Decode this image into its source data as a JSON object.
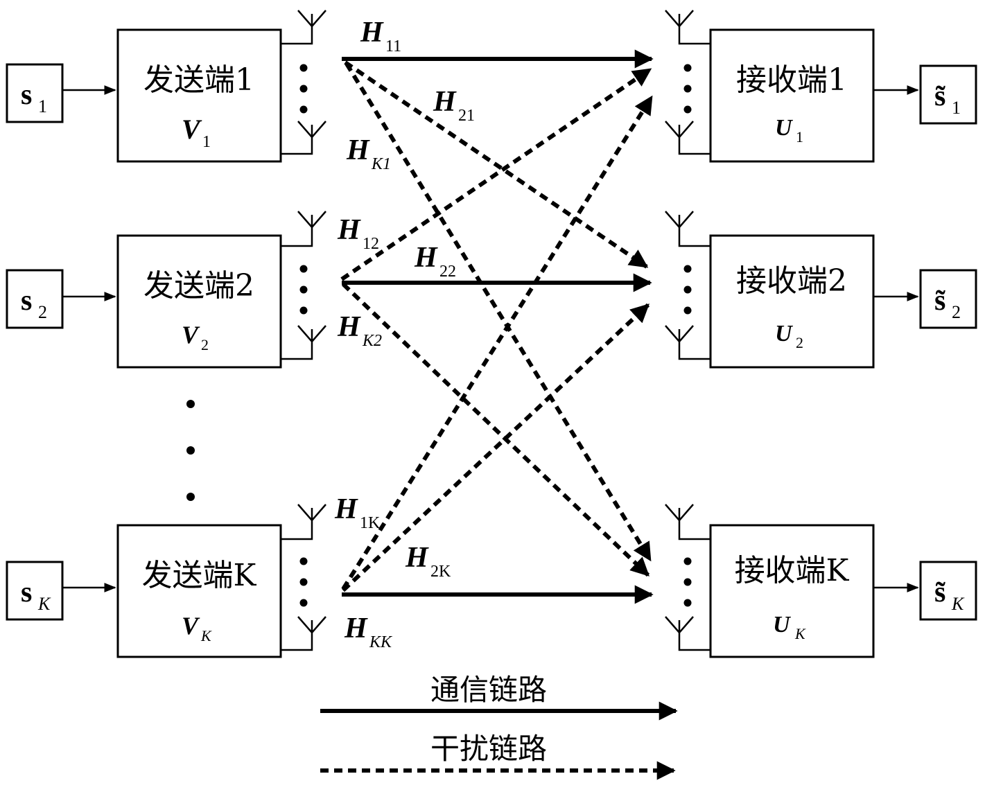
{
  "transmitters": [
    {
      "title": "发送端1",
      "sym": "V",
      "sub": "1"
    },
    {
      "title": "发送端2",
      "sym": "V",
      "sub": "2"
    },
    {
      "title": "发送端K",
      "sym": "V",
      "sub": "K"
    }
  ],
  "receivers": [
    {
      "title": "接收端1",
      "sym": "U",
      "sub": "1"
    },
    {
      "title": "接收端2",
      "sym": "U",
      "sub": "2"
    },
    {
      "title": "接收端K",
      "sym": "U",
      "sub": "K"
    }
  ],
  "inputs": [
    {
      "sym": "s",
      "sub": "1"
    },
    {
      "sym": "s",
      "sub": "2"
    },
    {
      "sym": "s",
      "sub": "K"
    }
  ],
  "outputs": [
    {
      "sym": "s̃",
      "sub": "1"
    },
    {
      "sym": "s̃",
      "sub": "2"
    },
    {
      "sym": "s̃",
      "sub": "K"
    }
  ],
  "channels": {
    "h11": {
      "sym": "H",
      "sub": "11"
    },
    "h21": {
      "sym": "H",
      "sub": "21"
    },
    "hK1": {
      "sym": "H",
      "sub": "K1"
    },
    "h12": {
      "sym": "H",
      "sub": "12"
    },
    "h22": {
      "sym": "H",
      "sub": "22"
    },
    "hK2": {
      "sym": "H",
      "sub": "K2"
    },
    "h1K": {
      "sym": "H",
      "sub": "1K"
    },
    "h2K": {
      "sym": "H",
      "sub": "2K"
    },
    "hKK": {
      "sym": "H",
      "sub": "KK"
    }
  },
  "legend": {
    "communication": "通信链路",
    "interference": "干扰链路"
  }
}
